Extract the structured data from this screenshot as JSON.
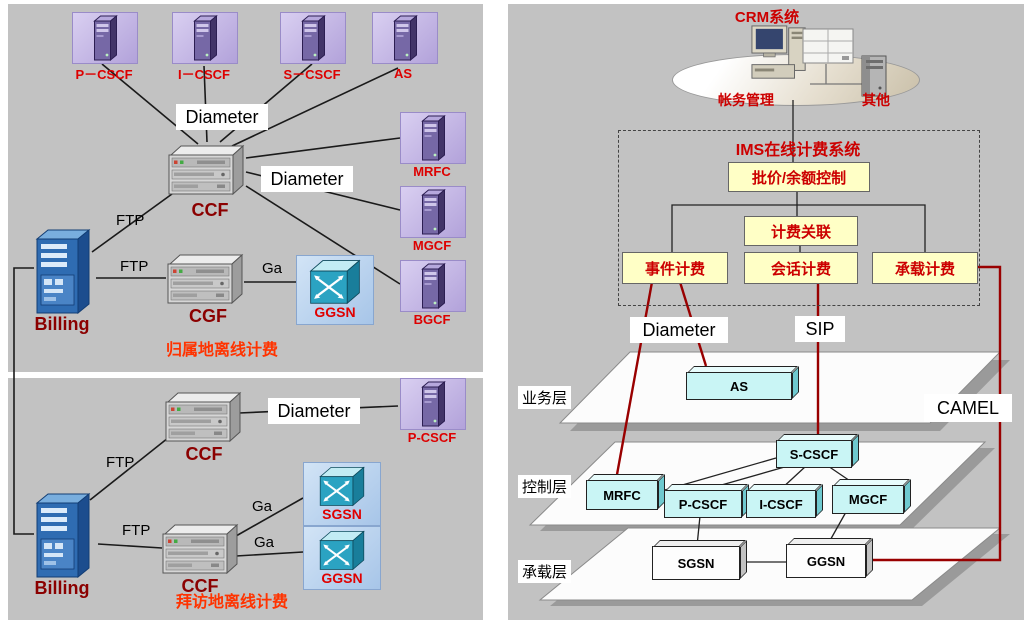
{
  "colors": {
    "panel_bg": "#c2c2c2",
    "node_label_red": "#dd0000",
    "device_label_maroon": "#8b0000",
    "caption_orange_red": "#ff3300",
    "yellow_box_bg": "#ffffc6",
    "yellow_box_text": "#cc0000",
    "charging_line_red": "#990000",
    "cyan_node_bg": "#c9f5f5",
    "billing_tower_blue": "#2f6cb2",
    "cube_teal": "#2ba3c2"
  },
  "icons": {
    "purple_server": "tower-server-icon",
    "gray_chassis": "rack-device-icon",
    "blue_tower": "billing-server-icon",
    "teal_cube": "router-switch-icon",
    "pc": "desktop-pc-icon",
    "cabinet": "cabinet-device-icon",
    "gray_tower": "tower-pc-icon"
  },
  "panels": {
    "home_offline": {
      "caption": "归属地离线计费",
      "nodes": {
        "pcscf": "P－CSCF",
        "icscf": "I－CSCF",
        "scscf": "S－CSCF",
        "as": "AS",
        "mrfc": "MRFC",
        "mgcf": "MGCF",
        "bgcf": "BGCF",
        "ggsn": "GGSN",
        "ccf": "CCF",
        "cgf": "CGF",
        "billing": "Billing"
      },
      "links": {
        "diameter_top": "Diameter",
        "diameter_right": "Diameter",
        "ftp_ccf": "FTP",
        "ftp_cgf": "FTP",
        "ga": "Ga"
      }
    },
    "visited_offline": {
      "caption": "拜访地离线计费",
      "nodes": {
        "ccf_top": "CCF",
        "ccf_bottom": "CCF",
        "pcscf": "P-CSCF",
        "sgsn": "SGSN",
        "ggsn": "GGSN",
        "billing": "Billing"
      },
      "links": {
        "diameter": "Diameter",
        "ftp_top": "FTP",
        "ftp_bottom": "FTP",
        "ga_sgsn": "Ga",
        "ga_ggsn": "Ga"
      }
    },
    "online": {
      "crm_title": "CRM系统",
      "crm_nodes": {
        "billing_mgmt": "帐务管理",
        "other": "其他"
      },
      "ocs_title": "IMS在线计费系统",
      "ocs_boxes": {
        "rating": "批价/余额控制",
        "correlation": "计费关联",
        "event": "事件计费",
        "session": "会话计费",
        "bearer": "承载计费"
      },
      "links": {
        "diameter": "Diameter",
        "sip": "SIP",
        "camel": "CAMEL"
      },
      "layers": {
        "service": "业务层",
        "control": "控制层",
        "bearer": "承载层"
      },
      "nodes": {
        "as": "AS",
        "mrfc": "MRFC",
        "pcscf": "P-CSCF",
        "icscf": "I-CSCF",
        "scscf": "S-CSCF",
        "mgcf": "MGCF",
        "sgsn": "SGSN",
        "ggsn": "GGSN"
      }
    }
  }
}
